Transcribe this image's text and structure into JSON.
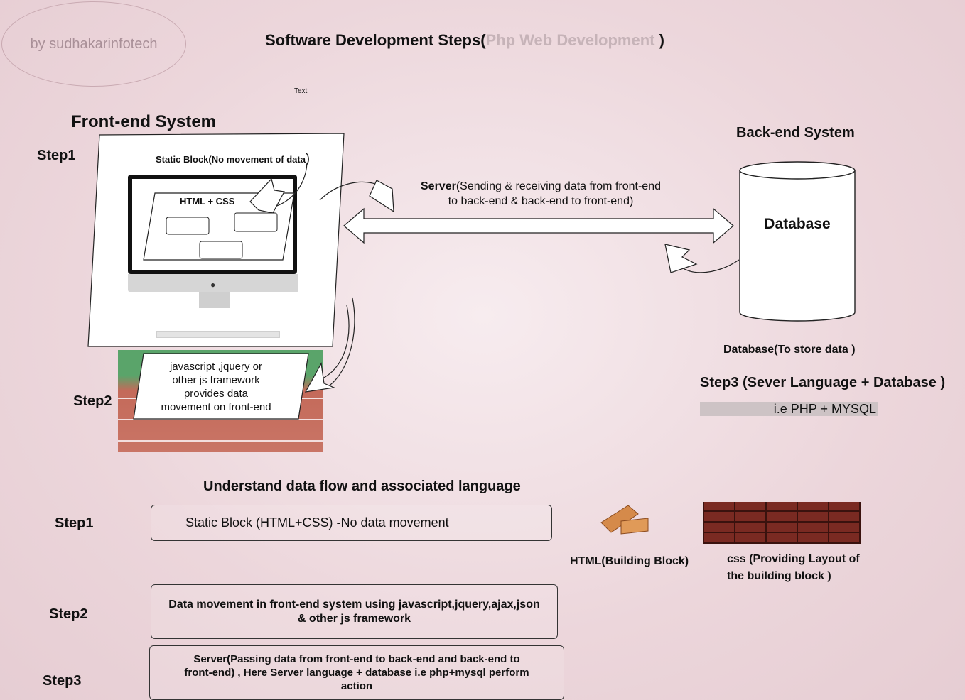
{
  "watermark": "by sudhakarinfotech",
  "title": {
    "main": "Software Development Steps(",
    "muted": "Php Web Development",
    "close": " )"
  },
  "tiny_text": "Text",
  "frontend": {
    "heading": "Front-end System",
    "step1_label": "Step1",
    "static_block": "Static Block(No movement of data",
    "static_block_paren": ")",
    "html_css": "HTML + CSS",
    "step2_label": "Step2",
    "step2_lines": [
      "javascript ,jquery or",
      "other js framework",
      "provides data",
      "movement on front-end"
    ]
  },
  "server": {
    "bold": "Server",
    "line1": "(Sending & receiving data from front-end",
    "line2": "to back-end & back-end to front-end)"
  },
  "backend": {
    "heading": "Back-end System",
    "database": "Database",
    "database_note": "Database(To store data )",
    "step3_title": "Step3 (Sever Language + Database )",
    "php_mysql": "i.e PHP + MYSQL"
  },
  "understand": {
    "heading": "Understand data flow and associated language",
    "step1_label": "Step1",
    "step1_text": "Static Block (HTML+CSS) -No data movement",
    "step2_label": "Step2",
    "step2_line1": "Data movement in front-end system using javascript,jquery,ajax,json",
    "step2_line2": "& other js framework",
    "step3_label": "Step3",
    "step3_line1": "Server(Passing data from front-end to back-end and back-end to",
    "step3_line2": "front-end) , Here Server language + database i.e php+mysql perform",
    "step3_line3": "action"
  },
  "bricks": {
    "html_caption": "HTML(Building Block)",
    "css_line1": "css (Providing Layout of",
    "css_line2": "the building block )"
  }
}
